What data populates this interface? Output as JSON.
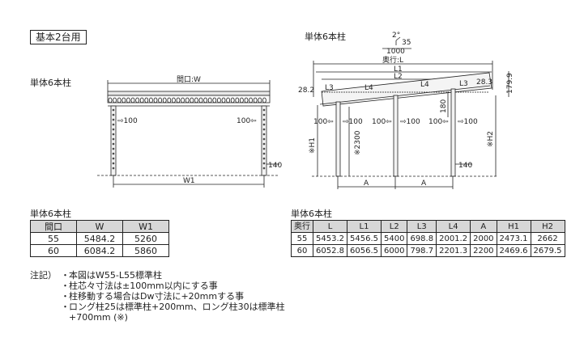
{
  "header": {
    "badge": "基本2台用"
  },
  "front_view": {
    "label": "単体6本柱",
    "width_label": "間口:W",
    "left_offset": "⇨100",
    "right_offset": "100⇦",
    "height_140": "140",
    "bottom_width": "W1"
  },
  "side_view": {
    "label": "単体6本柱",
    "angle": "2°",
    "angle_35": "35",
    "dim_1000": "1000",
    "depth_label": "奥行:L",
    "L1": "L1",
    "L2": "L2",
    "L3_left": "L3",
    "L4_left": "L4",
    "L4_right": "L4",
    "L3_right": "L3",
    "left_282": "28.2",
    "right_283": "28.3",
    "right_1799": "179.9",
    "dim_180": "180",
    "off_1": "100⇦",
    "off_2": "⇨100",
    "off_3": "100⇦",
    "off_4": "⇨100",
    "off_5": "100⇦",
    "off_6": "⇨100",
    "h1": "※H1",
    "h2300": "※2300",
    "h2": "※H2",
    "height_140": "140",
    "a_left": "A",
    "a_right": "A"
  },
  "table_w": {
    "title": "単体6本柱",
    "headers": [
      "間口",
      "W",
      "W1"
    ],
    "rows": [
      [
        "55",
        "5484.2",
        "5260"
      ],
      [
        "60",
        "6084.2",
        "5860"
      ]
    ]
  },
  "table_l": {
    "title": "単体6本柱",
    "headers": [
      "奥行",
      "L",
      "L1",
      "L2",
      "L3",
      "L4",
      "A",
      "H1",
      "H2"
    ],
    "rows": [
      [
        "55",
        "5453.2",
        "5456.5",
        "5400",
        "698.8",
        "2001.2",
        "2000",
        "2473.1",
        "2662"
      ],
      [
        "60",
        "6052.8",
        "6056.5",
        "6000",
        "798.7",
        "2201.3",
        "2200",
        "2469.6",
        "2679.5"
      ]
    ]
  },
  "notes": {
    "heading": "注記）",
    "items": [
      "本図はW55-L55標準柱",
      "柱芯々寸法は±100mm以内にする事",
      "柱移動する場合はDw寸法に+20mmする事",
      "ロング柱25は標準柱+200mm、ロング柱30は標準柱"
    ],
    "continuation": "+700mm (※)"
  }
}
